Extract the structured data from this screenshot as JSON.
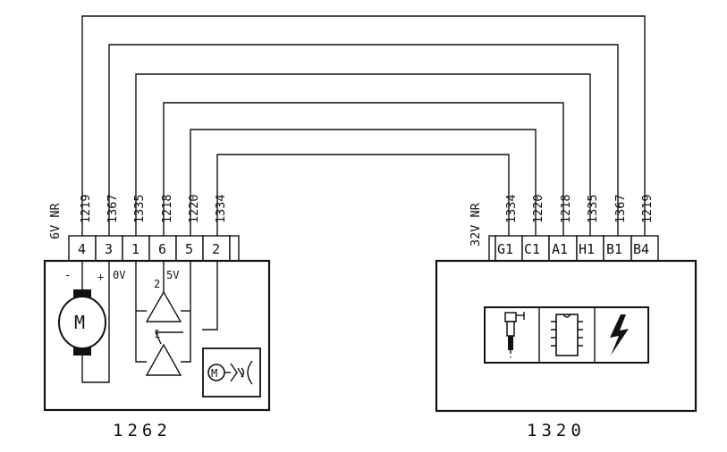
{
  "components": {
    "left": {
      "id": "1262",
      "header": "6V NR",
      "pins": [
        {
          "pin": "4",
          "wire": "1219"
        },
        {
          "pin": "3",
          "wire": "1367"
        },
        {
          "pin": "1",
          "wire": "1335"
        },
        {
          "pin": "6",
          "wire": "1218"
        },
        {
          "pin": "5",
          "wire": "1220"
        },
        {
          "pin": "2",
          "wire": "1334"
        }
      ],
      "labels": {
        "minus": "-",
        "plus": "+",
        "zero_v": "0V",
        "five_v": "5V",
        "track_2": "2",
        "track_1": "1",
        "motor": "M"
      },
      "icon": "throttle-motor-icon"
    },
    "right": {
      "id": "1320",
      "header": "32V NR",
      "pins": [
        {
          "pin": "G1",
          "wire": "1334"
        },
        {
          "pin": "C1",
          "wire": "1220"
        },
        {
          "pin": "A1",
          "wire": "1218"
        },
        {
          "pin": "H1",
          "wire": "1335"
        },
        {
          "pin": "B1",
          "wire": "1367"
        },
        {
          "pin": "B4",
          "wire": "1219"
        }
      ],
      "icons": [
        "injector-icon",
        "ecu-chip-icon",
        "lightning-icon"
      ]
    }
  },
  "connections": [
    {
      "wire": "1219",
      "from": "4",
      "to": "B4"
    },
    {
      "wire": "1367",
      "from": "3",
      "to": "B1"
    },
    {
      "wire": "1335",
      "from": "1",
      "to": "H1"
    },
    {
      "wire": "1218",
      "from": "6",
      "to": "A1"
    },
    {
      "wire": "1220",
      "from": "5",
      "to": "C1"
    },
    {
      "wire": "1334",
      "from": "2",
      "to": "G1"
    }
  ]
}
